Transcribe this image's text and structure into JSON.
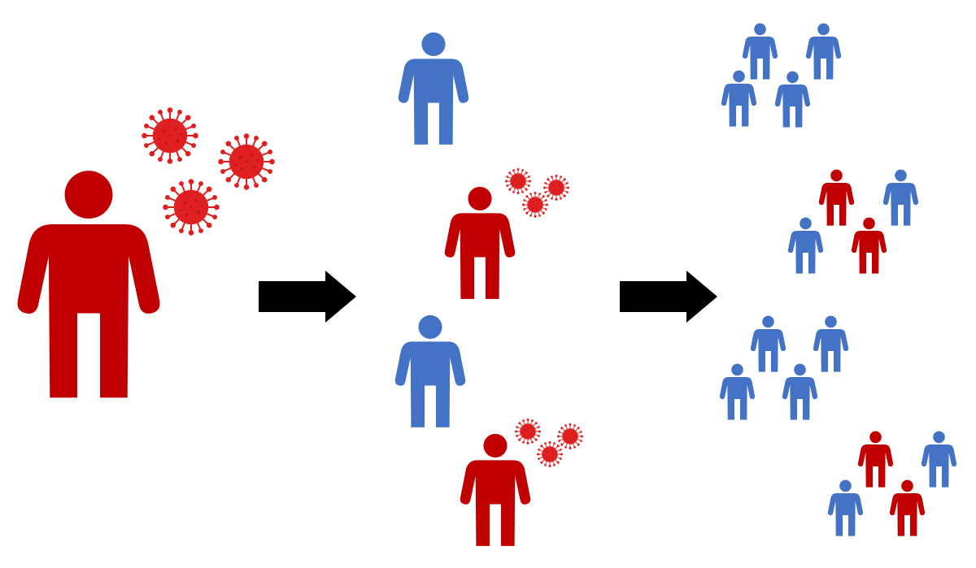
{
  "colors": {
    "infected": "#c00000",
    "healthy": "#4472c4",
    "arrow": "#000000",
    "virus": "#e02020",
    "background": "#ffffff"
  },
  "icons": [
    "person-icon",
    "virus-icon",
    "arrow-right-icon"
  ],
  "stages": [
    {
      "name": "source",
      "people": [
        {
          "status": "infected",
          "has_virus": true
        }
      ]
    },
    {
      "name": "first-contacts",
      "people": [
        {
          "status": "healthy",
          "has_virus": false
        },
        {
          "status": "infected",
          "has_virus": true
        },
        {
          "status": "healthy",
          "has_virus": false
        },
        {
          "status": "infected",
          "has_virus": true
        }
      ]
    },
    {
      "name": "groups",
      "groups": [
        {
          "people": [
            "healthy",
            "healthy",
            "healthy",
            "healthy"
          ]
        },
        {
          "people": [
            "healthy",
            "infected",
            "healthy",
            "infected"
          ]
        },
        {
          "people": [
            "healthy",
            "healthy",
            "healthy",
            "healthy"
          ]
        },
        {
          "people": [
            "healthy",
            "infected",
            "healthy",
            "infected"
          ]
        }
      ]
    }
  ],
  "arrows_count": 2
}
